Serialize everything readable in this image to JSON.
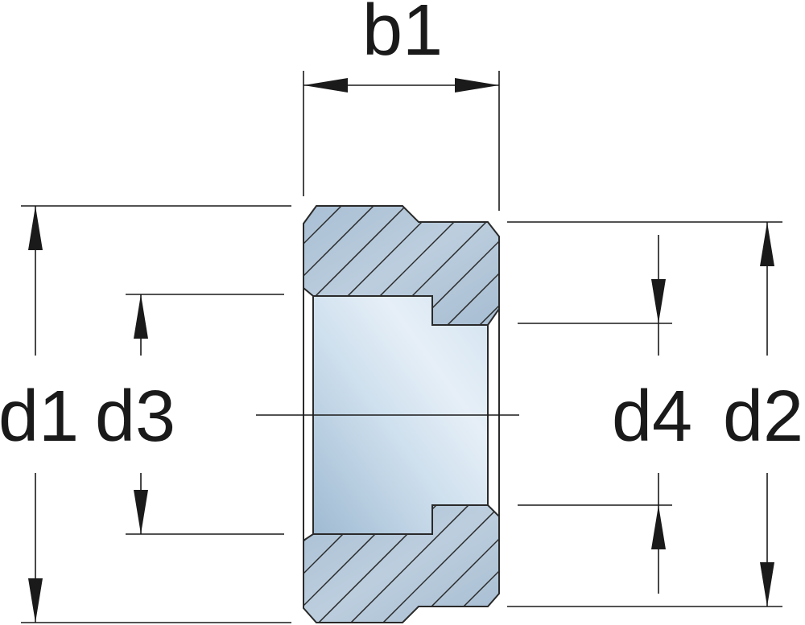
{
  "dimensions": {
    "b1": "b1",
    "d1": "d1",
    "d2": "d2",
    "d3": "d3",
    "d4": "d4"
  },
  "colors": {
    "section_fill": "#a9bfd4",
    "bore_light": "#e3edf6",
    "bore_dark": "#a8c2d8",
    "line": "#1a1a1a"
  }
}
